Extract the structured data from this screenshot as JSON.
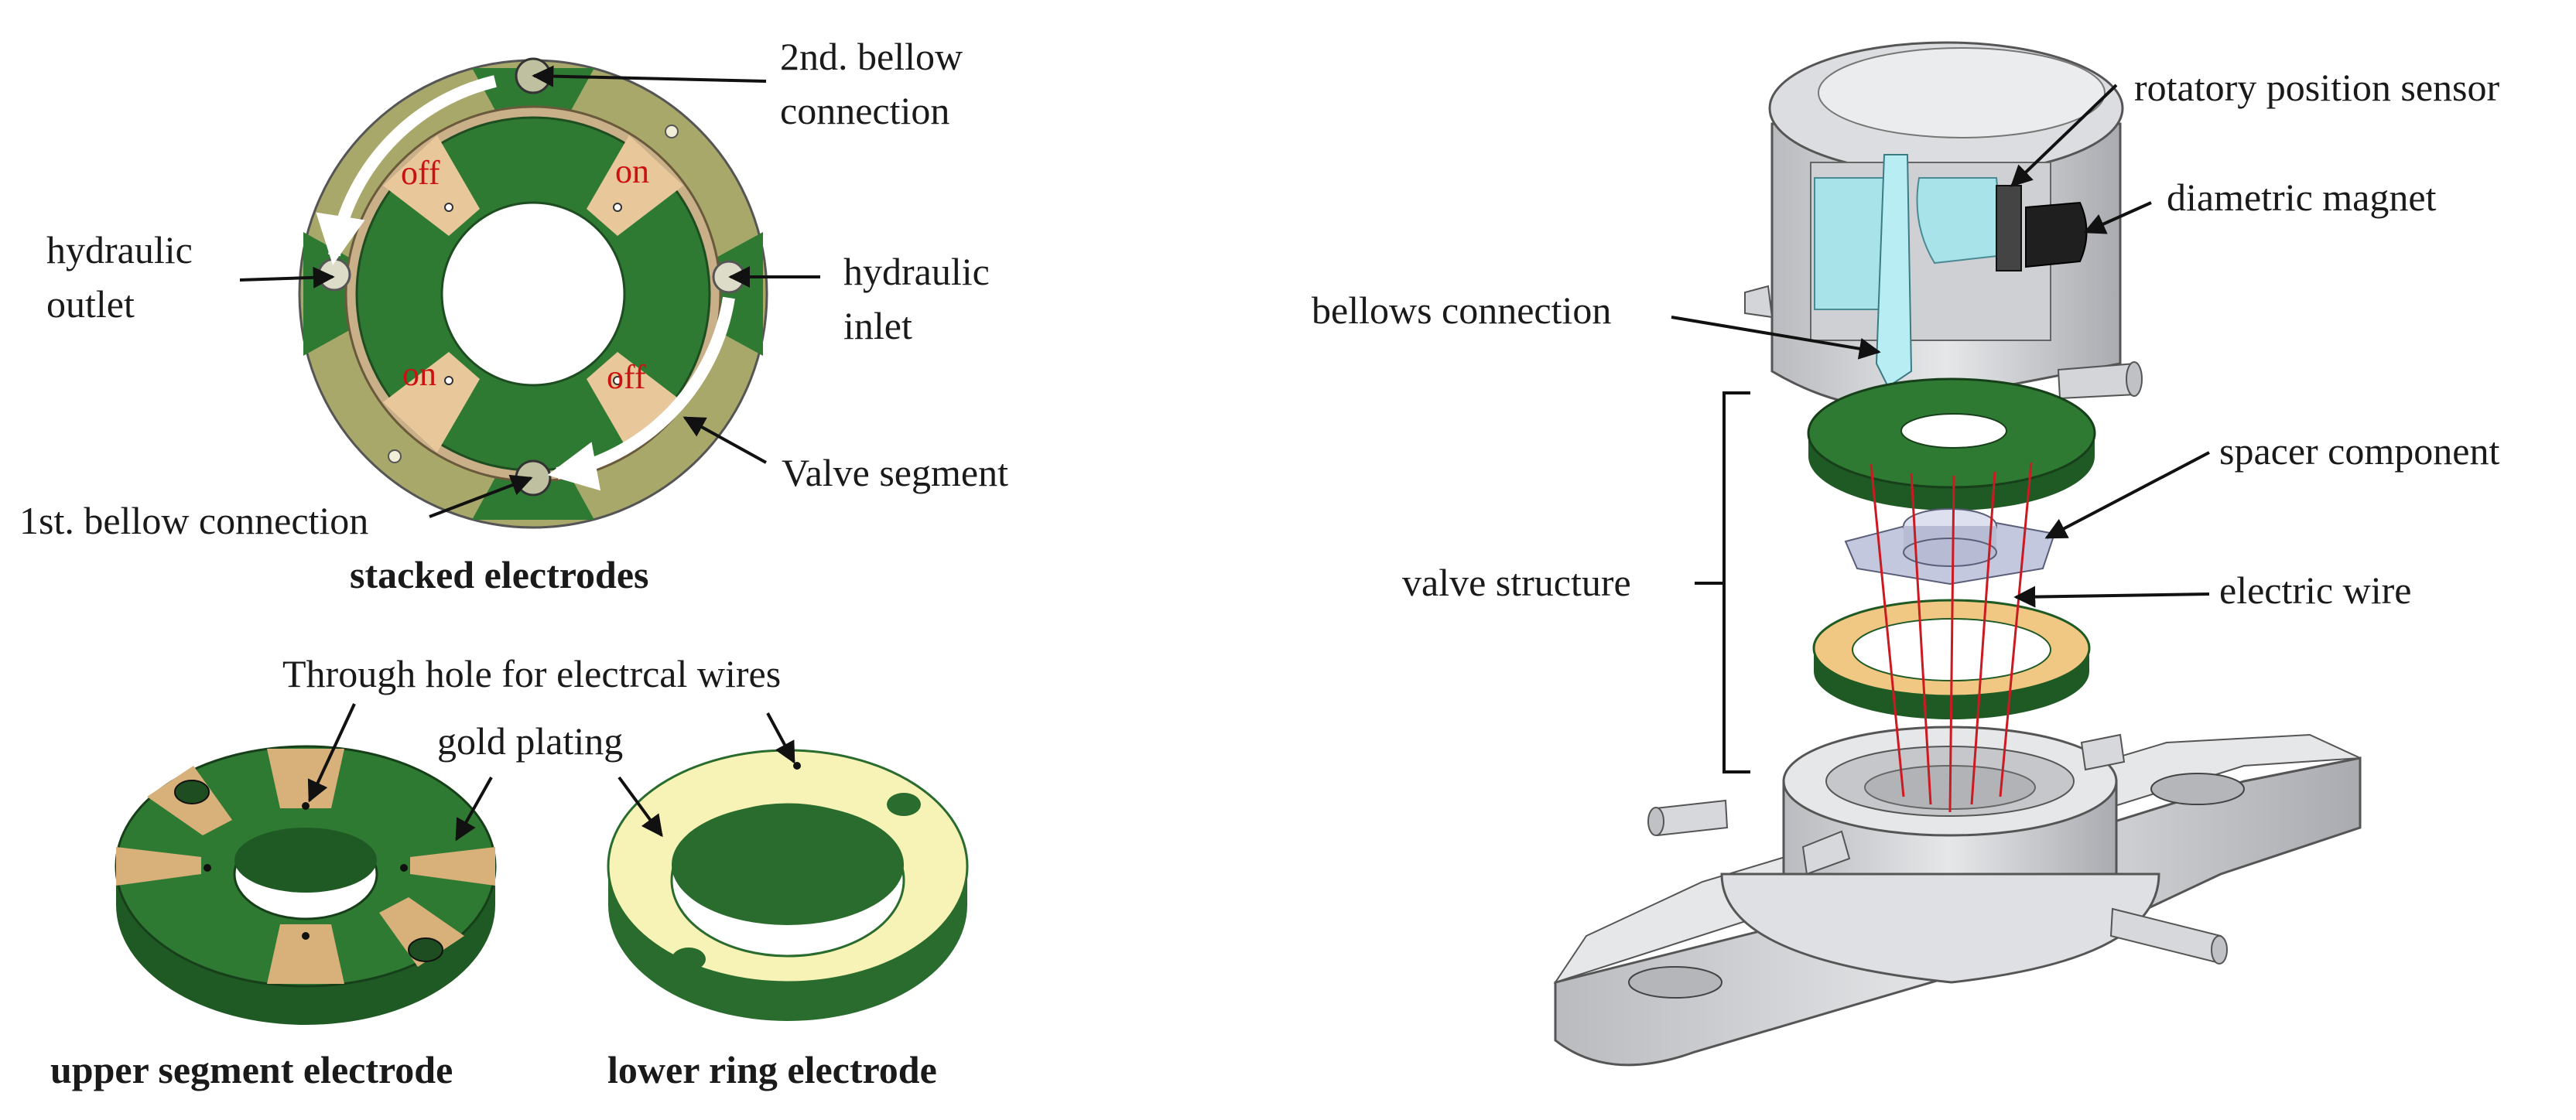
{
  "colors": {
    "pcb_green": "#2f7a33",
    "gold": "#e6c08a",
    "olive": "#a9a86b",
    "light_yellow": "#f7f3b6",
    "housing_gray": "#d2d3d6",
    "fluid_cyan": "#a8e3ea",
    "wire_red": "#cc1a22",
    "text_red": "#cc1111"
  },
  "stacked": {
    "title": "stacked electrodes",
    "label_2nd_bellow_line1": "2nd. bellow",
    "label_2nd_bellow_line2": "connection",
    "label_outlet_line1": "hydraulic",
    "label_outlet_line2": "outlet",
    "label_inlet_line1": "hydraulic",
    "label_inlet_line2": "inlet",
    "label_valve_segment": "Valve segment",
    "label_1st_bellow": "1st. bellow connection",
    "seg_off_top": "off",
    "seg_on_top": "on",
    "seg_on_bottom": "on",
    "seg_off_bottom": "off"
  },
  "electrodes": {
    "label_through_hole": "Through hole for electrcal wires",
    "label_gold": "gold plating",
    "upper_title": "upper segment electrode",
    "lower_title": "lower ring electrode"
  },
  "assembly": {
    "label_sensor": "rotatory position sensor",
    "label_magnet": "diametric magnet",
    "label_bellows": "bellows connection",
    "label_spacer": "spacer component",
    "label_valve_structure": "valve structure",
    "label_wire": "electric wire"
  }
}
